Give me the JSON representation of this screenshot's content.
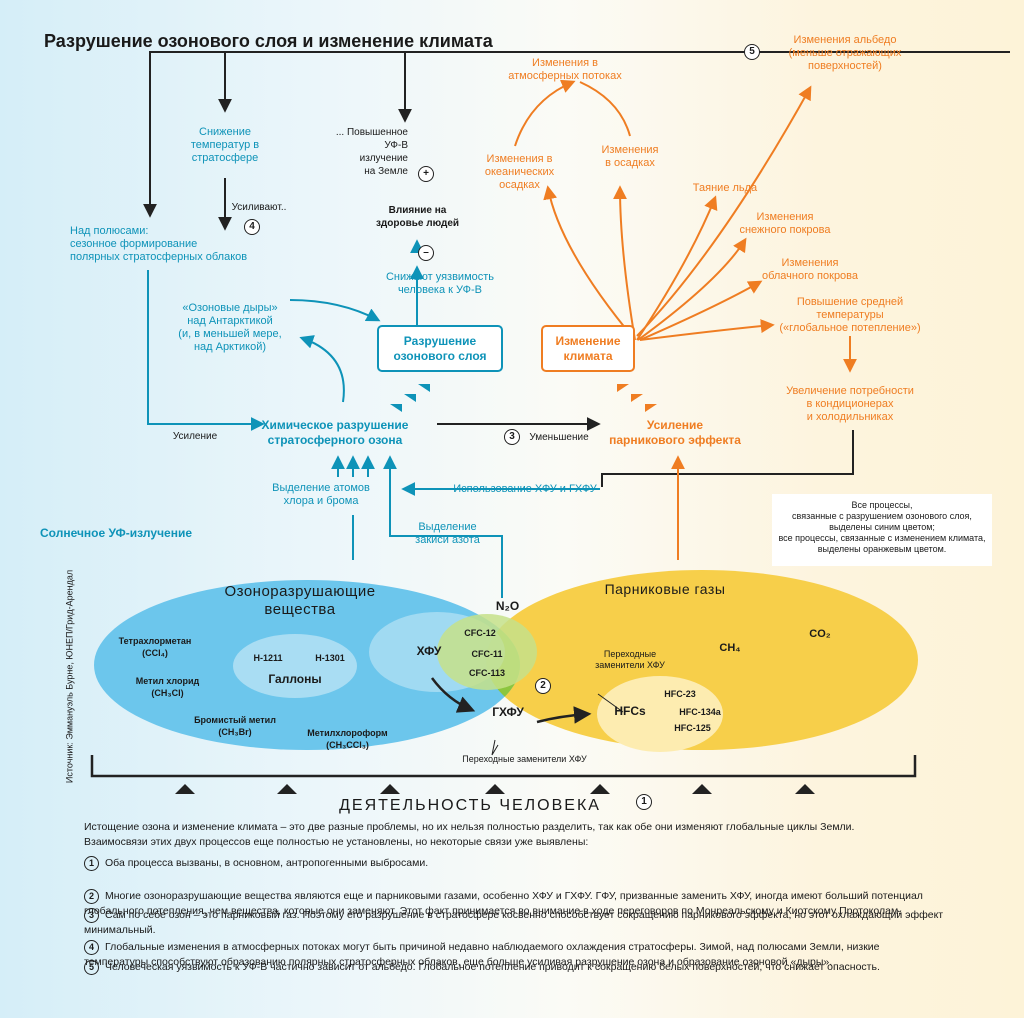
{
  "title": "Разрушение озонового слоя и изменение климата",
  "blue_nodes": {
    "strat_temp": "Снижение\nтемператур в\nстратосфере",
    "polar_clouds": "Над полюсами:\nсезонное формирование\nполярных стратосферных облаков",
    "ozone_holes": "«Озоновые дыры»\nнад Антарктикой\n(и, в меньшей мере,\nнад Арктикой)",
    "reduce_vuln": "Снижают уязвимость\nчеловека  к УФ-В",
    "ozone_destruction": "Разрушение\nозонового слоя",
    "chem_destruction": "Химическое разрушение\nстратосферного озона",
    "chlorine": "Выделение атомов\nхлора и брома",
    "nitrous": "Выделение\nзакиси азота",
    "cfc_use": "Использование ХФУ и ГХФУ",
    "solar_uv": "Солнечное УФ-излучение"
  },
  "black_nodes": {
    "uv_increase": "... Повышенное\nУФ-В\nизлучение\nна Земле",
    "health": "Влияние на\nздоровье людей",
    "amplify_4": "Усиливают..",
    "amplify": "Усиление",
    "decrease": "Уменьшение"
  },
  "orange_nodes": {
    "atm_flows": "Изменения в\nатмосферных потоках",
    "ocean": "Изменения в\nокеанических\nосадках",
    "precip": "Изменения\nв осадках",
    "ice": "Таяние льда",
    "snow": "Изменения\nснежного покрова",
    "cloud": "Изменения\nоблачного покрова",
    "global_warming": "Повышение средней\nтемпературы\n(«глобальное потепление»)",
    "albedo": "Изменения альбедо\n(меньше отражающих\nповерхностей)",
    "climate_change": "Изменение\nклимата",
    "greenhouse": "Усиление\nпарникового эффекта",
    "ac_demand": "Увеличение потребности\nв кондиционерах\nи холодильниках"
  },
  "legend": "Все процессы,\nсвязанные с разрушением озонового слоя,\nвыделены синим цветом;\nвсе процессы, связанные с изменением климата,\nвыделены оранжевым цветом.",
  "source": "Источник: Эммануэль Бурне, ЮНЕП/Грид-Арендал",
  "venn": {
    "ods_title": "Озоноразрушающие\nвещества",
    "ghg_title": "Парниковые газы",
    "ctc": "Тетрахлорметан\n(CCl₄)",
    "methyl_chloride": "Метил хлорид\n(CH₃Cl)",
    "methyl_bromide": "Бромистый метил\n(CH₃Br)",
    "methyl_chloroform": "Метилхлороформ\n(CH₃CCl₃)",
    "h1211": "H-1211",
    "h1301": "H-1301",
    "halons": "Галлоны",
    "cfc": "ХФУ",
    "cfc12": "CFC-12",
    "cfc11": "CFC-11",
    "cfc113": "CFC-113",
    "n2o": "N₂O",
    "hcfc": "ГХФУ",
    "hcfc_sub": "Переходные заменители ХФУ",
    "cfc_sub": "Переходные\nзаменители ХФУ",
    "hfcs": "HFCs",
    "hfc23": "HFC-23",
    "hfc134a": "HFC-134a",
    "hfc125": "HFC-125",
    "ch4": "CH₄",
    "co2": "CO₂"
  },
  "human_activity": "ДЕЯТЕЛЬНОСТЬ ЧЕЛОВЕКА",
  "intro": "Истощение озона и изменение климата – это две разные проблемы, но их нельзя полностью разделить, так как обе они изменяют глобальные циклы Земли.\nВзаимосвязи этих двух процессов еще полностью не установлены, но некоторые связи уже выявлены:",
  "notes": [
    {
      "n": "1",
      "text": "Оба процесса вызваны, в основном, антропогенными выбросами."
    },
    {
      "n": "2",
      "text": "Многие озоноразрушающие вещества являются еще и парниковыми газами, особенно ХФУ и ГХФУ. ГФУ, призванные заменить ХФУ, иногда имеют больший потенциал\nглобального потепления, чем вещества, которые они заменяют. Этот факт принимается во внимание в ходе переговоров по Монреальскому и Киотскому Протоколам."
    },
    {
      "n": "3",
      "text": "Сам по себе озон – это парниковый газ. Поэтому его разрушение в стратосфере косвенно способствует сокращению парникового эффекта, но этот охлаждающий эффект минимальный."
    },
    {
      "n": "4",
      "text": "Глобальные изменения в атмосферных потоках могут быть причиной недавно наблюдаемого охлаждения стратосферы. Зимой, над полюсами Земли, низкие\nтемпературы способствуют образованию полярных стратосферных облаков, еще больше усиливая разрушение озона и образование озоновой «дыры»."
    },
    {
      "n": "5",
      "text": "Человеческая уязвимость к УФ-В частично зависит от альбедо. Глобальное потепление приводит к сокращению белых поверхностей, что снижает опасность."
    }
  ],
  "markers": {
    "m1": "1",
    "m2": "2",
    "m3": "3",
    "m4": "4",
    "m5": "5",
    "plus": "+",
    "minus": "–"
  },
  "colors": {
    "blue": "#0e93b8",
    "orange": "#ef7d22",
    "ods_fill": "#6cc6ec",
    "ghg_fill": "#f7cf4a",
    "overlap_fill": "#8cc63f"
  }
}
